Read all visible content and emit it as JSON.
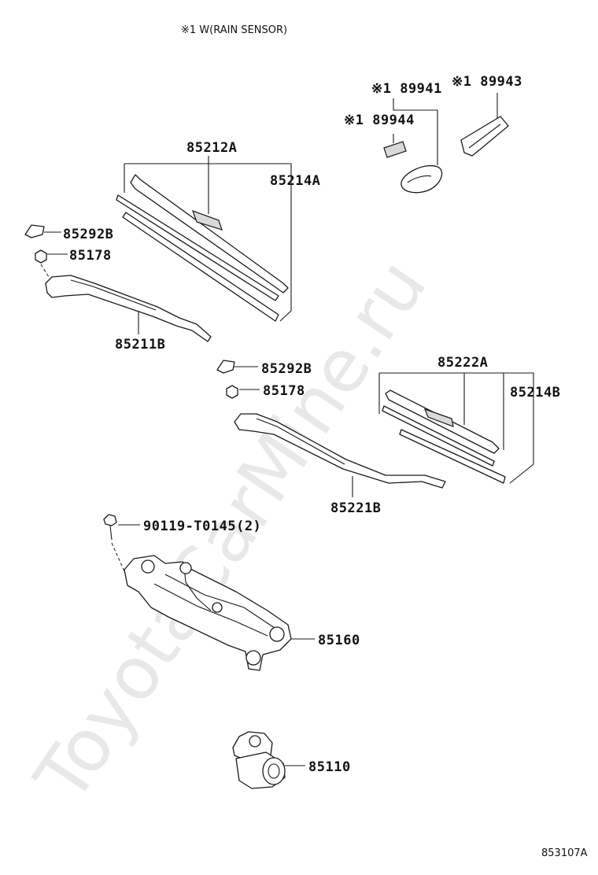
{
  "header": {
    "note": "※1 W(RAIN SENSOR)"
  },
  "watermark": "ToyotaCarMine.ru",
  "footer": {
    "code": "853107A"
  },
  "parts": {
    "p89941": "※1 89941",
    "p89943": "※1 89943",
    "p89944": "※1 89944",
    "p85212A": "85212A",
    "p85214A": "85214A",
    "p85292B_top": "85292B",
    "p85178_top": "85178",
    "p85211B": "85211B",
    "p85292B_mid": "85292B",
    "p85178_mid": "85178",
    "p85222A": "85222A",
    "p85214B": "85214B",
    "p85221B": "85221B",
    "p90119": "90119-T0145(2)",
    "p85160": "85160",
    "p85110": "85110"
  }
}
